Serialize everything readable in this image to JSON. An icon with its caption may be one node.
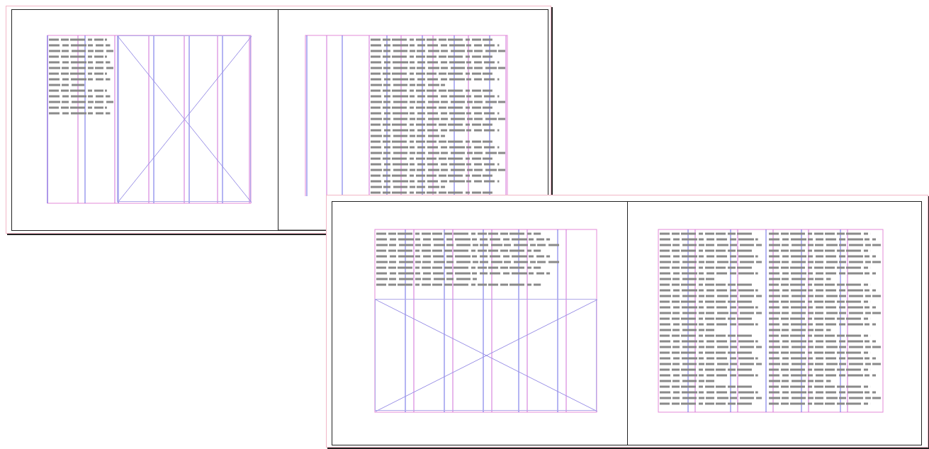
{
  "diagram": {
    "nodes": [
      {
        "text": [],
        "shape": "box"
      },
      {
        "text": [],
        "shape": "box",
        "in": 0
      },
      {
        "text": [],
        "shape": "box",
        "in": 0
      },
      {
        "text": [],
        "shape": "box",
        "in": 1
      },
      {
        "text": [],
        "shape": "box"
      },
      {
        "text": [],
        "shape": "box",
        "in": 4
      },
      {
        "text": [],
        "shape": "box",
        "in": 4
      },
      {
        "text": [],
        "shape": "box",
        "in": 5
      }
    ]
  }
}
